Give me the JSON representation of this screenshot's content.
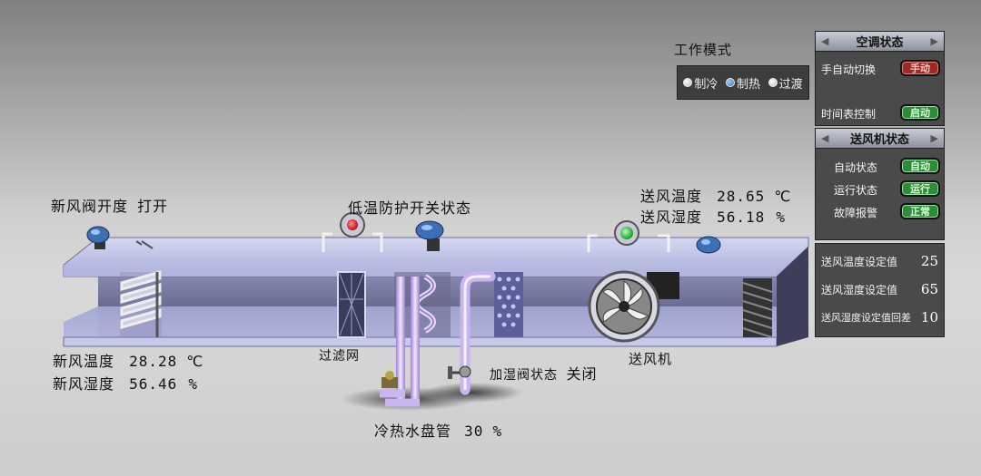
{
  "work_mode": {
    "title": "工作模式",
    "options": [
      {
        "label": "制冷",
        "selected": false
      },
      {
        "label": "制热",
        "selected": true
      },
      {
        "label": "过渡",
        "selected": false
      }
    ]
  },
  "ac_status": {
    "title": "空调状态",
    "rows": [
      {
        "label": "手自动切换",
        "value": "手动",
        "color": "red"
      },
      {
        "label": "时间表控制",
        "value": "启动",
        "color": "green"
      }
    ]
  },
  "fan_status": {
    "title": "送风机状态",
    "rows": [
      {
        "label": "自动状态",
        "value": "自动",
        "color": "green"
      },
      {
        "label": "运行状态",
        "value": "运行",
        "color": "green"
      },
      {
        "label": "故障报警",
        "value": "正常",
        "color": "green"
      }
    ]
  },
  "setpoints": {
    "rows": [
      {
        "label": "送风温度设定值",
        "value": "25"
      },
      {
        "label": "送风湿度设定值",
        "value": "65"
      },
      {
        "label": "送风湿度设定值回差",
        "value": "10"
      }
    ]
  },
  "fresh_air_damper": {
    "label": "新风阀开度",
    "value": "打开"
  },
  "low_temp_switch": {
    "label": "低温防护开关状态"
  },
  "supply_air": {
    "temp_label": "送风温度",
    "temp_value": "28.65",
    "temp_unit": "℃",
    "hum_label": "送风湿度",
    "hum_value": "56.18",
    "hum_unit": "%"
  },
  "fresh_air": {
    "temp_label": "新风温度",
    "temp_value": "28.28",
    "temp_unit": "℃",
    "hum_label": "新风湿度",
    "hum_value": "56.46",
    "hum_unit": "%"
  },
  "filter": {
    "label": "过滤网"
  },
  "humidifier_valve": {
    "label": "加湿阀状态",
    "value": "关闭"
  },
  "supply_fan": {
    "label": "送风机"
  },
  "coil": {
    "label": "冷热水盘管",
    "value": "30",
    "unit": "%"
  },
  "colors": {
    "status_green": "#2e8b3a",
    "status_red": "#9c2a22",
    "indicator_red": "#d01e1e",
    "indicator_green": "#22c23a",
    "duct_top": "#c4c8e6",
    "duct_dark": "#3f3e5a"
  }
}
